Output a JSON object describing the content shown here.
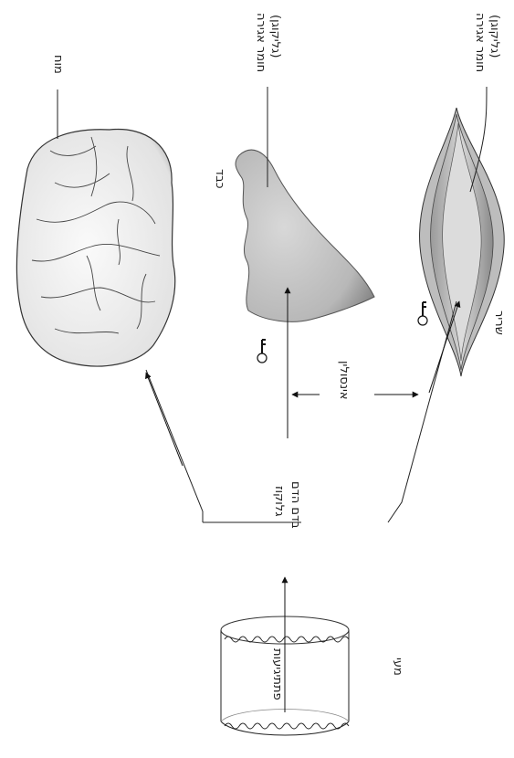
{
  "labels": {
    "brain": "מוח",
    "glycogen_liver_1": "חומר אגירה",
    "glycogen_liver_2": "(גליקוגן)",
    "liver": "כבד",
    "glycogen_muscle_1": "חומר אגירה",
    "glycogen_muscle_2": "(גליקוגן)",
    "insulin": "אינסולין",
    "muscle": "שריר",
    "glucose_1": "גלוקוז",
    "glucose_2": "בדם הדם",
    "villi": "פתתיגיעות",
    "intestine": "מעי"
  },
  "colors": {
    "ink": "#222222",
    "organ_gray": "#c9c9c9",
    "organ_dark": "#8a8a8a"
  }
}
